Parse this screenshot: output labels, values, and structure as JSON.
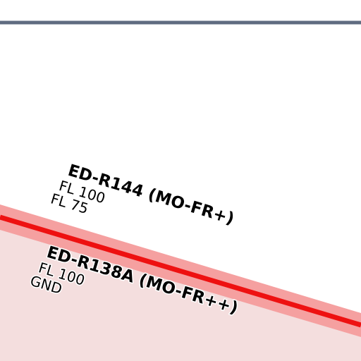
{
  "map": {
    "colors": {
      "background": "#ffffff",
      "boundary_line": "#5f6b80",
      "restricted_fill": "#f4dede",
      "restricted_band": "#f5a0a0",
      "restricted_line": "#ee1111",
      "label_text": "#000000",
      "label_halo": "#ffffff"
    },
    "airspaces": [
      {
        "name": "ED-R144 (MO-FR+)",
        "upper_limit": "FL 100",
        "lower_limit": "FL 75"
      },
      {
        "name": "ED-R138A (MO-FR++)",
        "upper_limit": "FL 100",
        "lower_limit": "GND"
      }
    ]
  }
}
